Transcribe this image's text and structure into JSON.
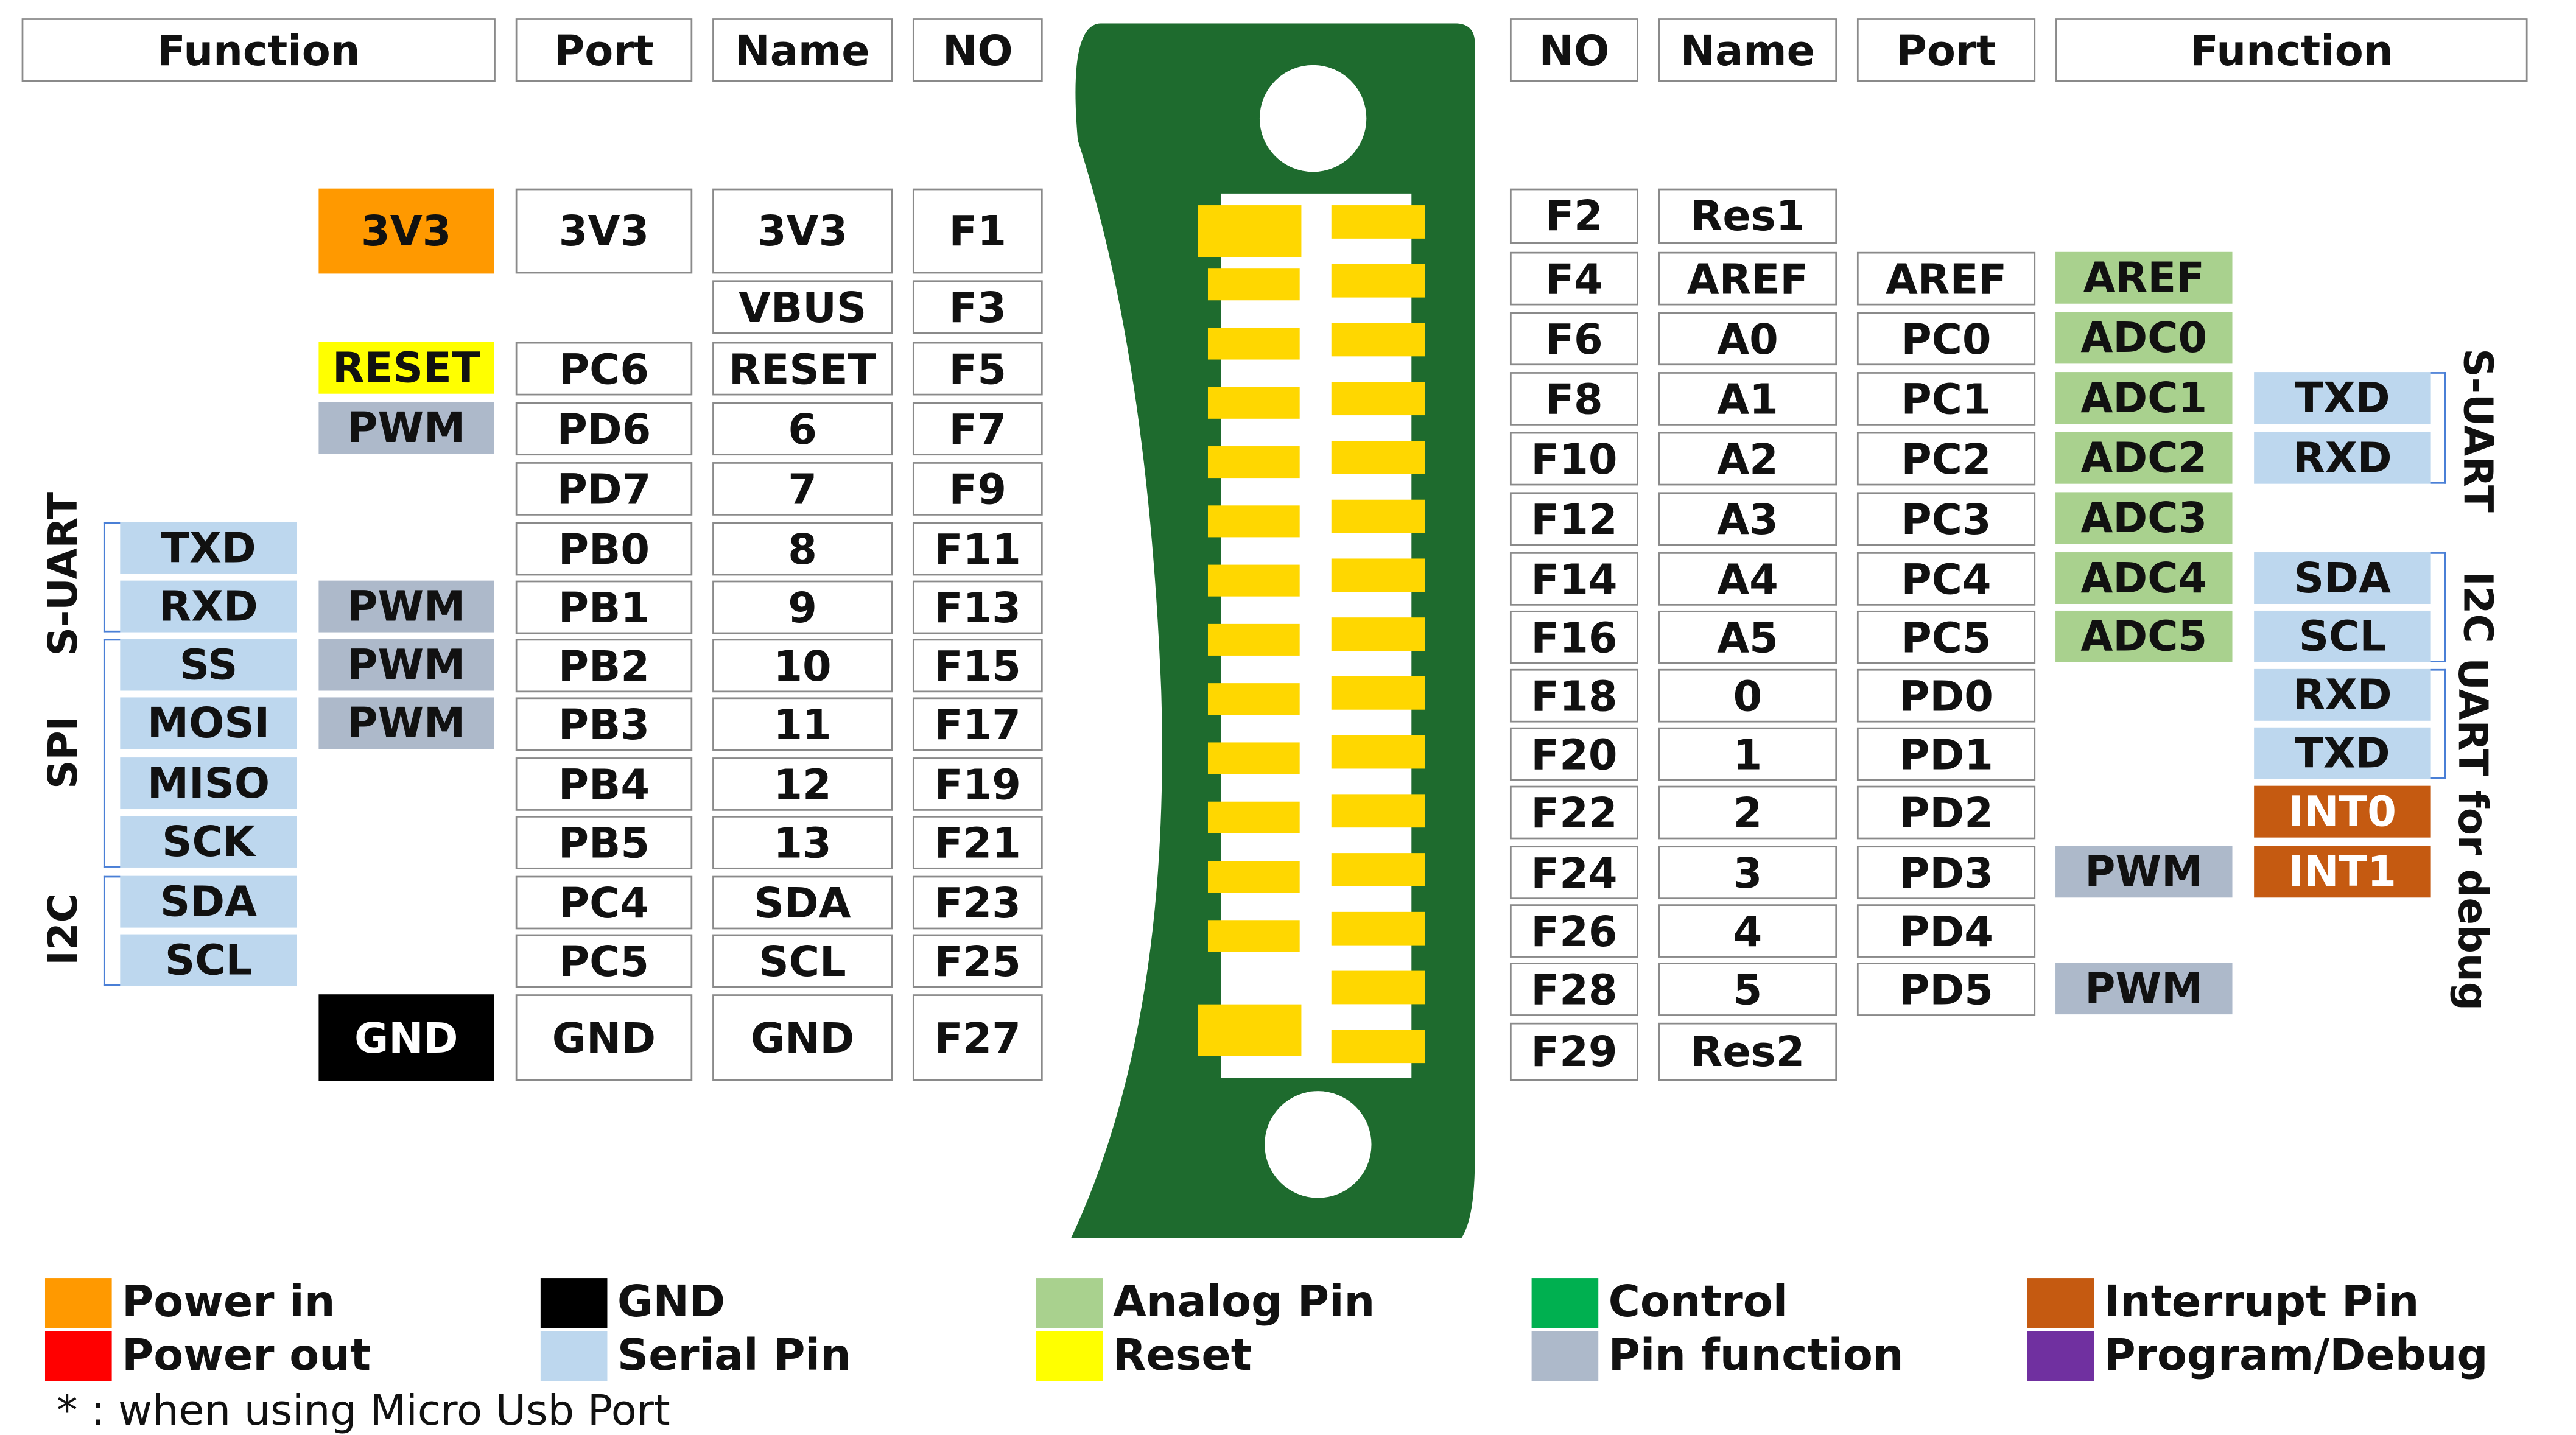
{
  "headers_left": [
    "Function",
    "Port",
    "Name",
    "NO"
  ],
  "headers_right": [
    "NO",
    "Name",
    "Port",
    "Function"
  ],
  "left_pins": [
    {
      "no": "F1",
      "name": "3V3",
      "port": "3V3",
      "func": "3V3",
      "func_color": "orange"
    },
    {
      "no": "F3",
      "name": "VBUS",
      "port": "",
      "func": "",
      "func_color": ""
    },
    {
      "no": "F5",
      "name": "RESET",
      "port": "PC6",
      "func": "RESET",
      "func_color": "yellow"
    },
    {
      "no": "F7",
      "name": "6",
      "port": "PD6",
      "func": "PWM",
      "func_color": "gray"
    },
    {
      "no": "F9",
      "name": "7",
      "port": "PD7",
      "func": "",
      "func_color": ""
    },
    {
      "no": "F11",
      "name": "8",
      "port": "PB0",
      "func": "",
      "func_color": ""
    },
    {
      "no": "F13",
      "name": "9",
      "port": "PB1",
      "func": "PWM",
      "func_color": "gray"
    },
    {
      "no": "F15",
      "name": "10",
      "port": "PB2",
      "func": "PWM",
      "func_color": "gray"
    },
    {
      "no": "F17",
      "name": "11",
      "port": "PB3",
      "func": "PWM",
      "func_color": "gray"
    },
    {
      "no": "F19",
      "name": "12",
      "port": "PB4",
      "func": "",
      "func_color": ""
    },
    {
      "no": "F21",
      "name": "13",
      "port": "PB5",
      "func": "",
      "func_color": ""
    },
    {
      "no": "F23",
      "name": "SDA",
      "port": "PC4",
      "func": "",
      "func_color": ""
    },
    {
      "no": "F25",
      "name": "SCL",
      "port": "PC5",
      "func": "",
      "func_color": ""
    },
    {
      "no": "F27",
      "name": "GND",
      "port": "GND",
      "func": "GND",
      "func_color": "black"
    }
  ],
  "left_func2": [
    "TXD",
    "RXD",
    "SS",
    "MOSI",
    "MISO",
    "SCK",
    "SDA",
    "SCL"
  ],
  "left_groups": [
    "S-UART",
    "SPI",
    "I2C"
  ],
  "right_pins": [
    {
      "no": "F2",
      "name": "Res1",
      "port": "",
      "func": "",
      "func_color": "",
      "func2": "",
      "func2_color": ""
    },
    {
      "no": "F4",
      "name": "AREF",
      "port": "AREF",
      "func": "AREF",
      "func_color": "green",
      "func2": "",
      "func2_color": ""
    },
    {
      "no": "F6",
      "name": "A0",
      "port": "PC0",
      "func": "ADC0",
      "func_color": "green",
      "func2": "",
      "func2_color": ""
    },
    {
      "no": "F8",
      "name": "A1",
      "port": "PC1",
      "func": "ADC1",
      "func_color": "green",
      "func2": "TXD",
      "func2_color": "blue"
    },
    {
      "no": "F10",
      "name": "A2",
      "port": "PC2",
      "func": "ADC2",
      "func_color": "green",
      "func2": "RXD",
      "func2_color": "blue"
    },
    {
      "no": "F12",
      "name": "A3",
      "port": "PC3",
      "func": "ADC3",
      "func_color": "green",
      "func2": "",
      "func2_color": ""
    },
    {
      "no": "F14",
      "name": "A4",
      "port": "PC4",
      "func": "ADC4",
      "func_color": "green",
      "func2": "SDA",
      "func2_color": "blue"
    },
    {
      "no": "F16",
      "name": "A5",
      "port": "PC5",
      "func": "ADC5",
      "func_color": "green",
      "func2": "SCL",
      "func2_color": "blue"
    },
    {
      "no": "F18",
      "name": "0",
      "port": "PD0",
      "func": "",
      "func_color": "",
      "func2": "RXD",
      "func2_color": "blue"
    },
    {
      "no": "F20",
      "name": "1",
      "port": "PD1",
      "func": "",
      "func_color": "",
      "func2": "TXD",
      "func2_color": "blue"
    },
    {
      "no": "F22",
      "name": "2",
      "port": "PD2",
      "func": "",
      "func_color": "",
      "func2": "INT0",
      "func2_color": "brown"
    },
    {
      "no": "F24",
      "name": "3",
      "port": "PD3",
      "func": "PWM",
      "func_color": "gray",
      "func2": "INT1",
      "func2_color": "brown"
    },
    {
      "no": "F26",
      "name": "4",
      "port": "PD4",
      "func": "",
      "func_color": "",
      "func2": "",
      "func2_color": ""
    },
    {
      "no": "F28",
      "name": "5",
      "port": "PD5",
      "func": "PWM",
      "func_color": "gray",
      "func2": "",
      "func2_color": ""
    },
    {
      "no": "F29",
      "name": "Res2",
      "port": "",
      "func": "",
      "func_color": "",
      "func2": "",
      "func2_color": ""
    }
  ],
  "right_groups": [
    "S-UART",
    "I2C",
    "UART for debug"
  ],
  "legend": [
    {
      "label": "Power in",
      "color": "#ff9900"
    },
    {
      "label": "Power out",
      "color": "#ff0000"
    },
    {
      "label": "GND",
      "color": "#000000"
    },
    {
      "label": "Serial Pin",
      "color": "#bdd7ee"
    },
    {
      "label": "Analog Pin",
      "color": "#a9d18e"
    },
    {
      "label": "Reset",
      "color": "#ffff00"
    },
    {
      "label": "Control",
      "color": "#00b050"
    },
    {
      "label": "Pin function",
      "color": "#adb9ca"
    },
    {
      "label": "Interrupt Pin",
      "color": "#c55a11"
    },
    {
      "label": "Program/Debug",
      "color": "#7030a0"
    }
  ],
  "footnote": "* : when using Micro Usb Port",
  "connector": {
    "board_color": "#1e6b2e",
    "pad_color": "#ffd700"
  }
}
